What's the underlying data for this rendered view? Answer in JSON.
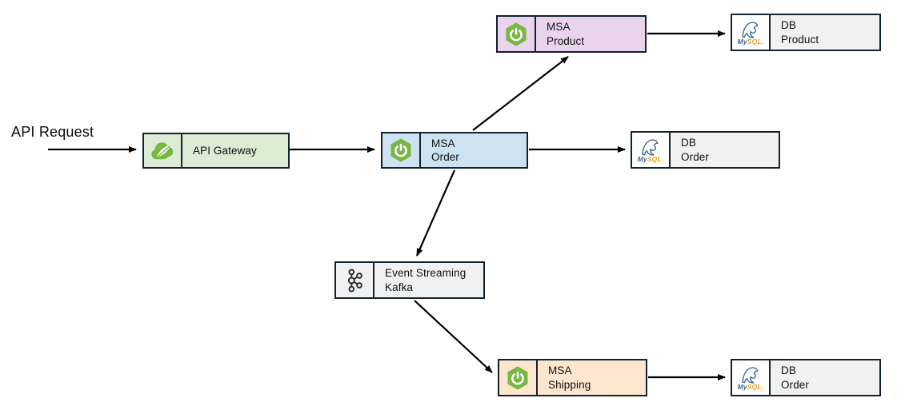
{
  "labels": {
    "api_request": "API Request"
  },
  "nodes": {
    "api_gateway": {
      "label": "API Gateway",
      "icon": "spring-cloud"
    },
    "msa_product": {
      "line1": "MSA",
      "line2": "Product",
      "icon": "spring-boot"
    },
    "db_product": {
      "line1": "DB",
      "line2": "Product",
      "icon": "mysql"
    },
    "msa_order": {
      "line1": "MSA",
      "line2": "Order",
      "icon": "spring-boot"
    },
    "db_order_mid": {
      "line1": "DB",
      "line2": "Order",
      "icon": "mysql"
    },
    "event_streaming": {
      "line1": "Event Streaming",
      "line2": "Kafka",
      "icon": "kafka"
    },
    "msa_shipping": {
      "line1": "MSA",
      "line2": "Shipping",
      "icon": "spring-boot"
    },
    "db_order_bottom": {
      "line1": "DB",
      "line2": "Order",
      "icon": "mysql"
    }
  },
  "mysql_logo": {
    "my": "My",
    "sql": "SQL."
  },
  "colors": {
    "border": "#14222e",
    "gateway_fill": "#dcebd4",
    "order_fill": "#cde3f2",
    "product_fill": "#e9d4ec",
    "shipping_fill": "#fce6cf",
    "db_fill": "#f1f1f1",
    "spring_green": "#77b843",
    "kafka_dark": "#2d2d2d",
    "mysql_blue": "#39648c",
    "mysql_orange": "#e8a313",
    "arrow": "#000000"
  }
}
